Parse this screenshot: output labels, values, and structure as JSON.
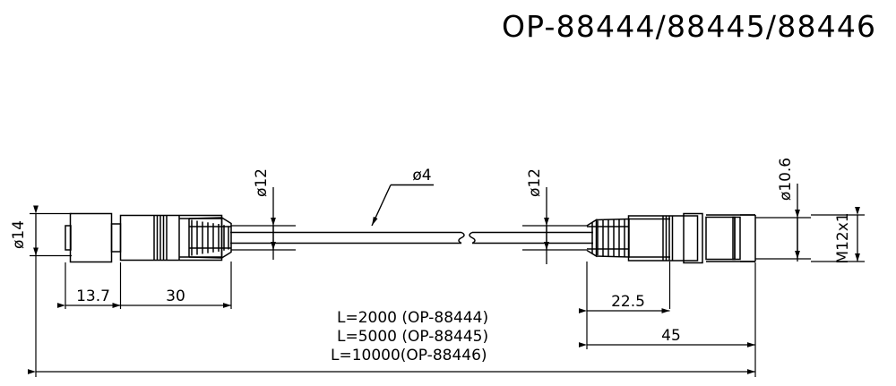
{
  "title": "OP-88444/88445/88446",
  "drawing": {
    "type": "technical-dimension-drawing",
    "subject": "M12 connector cable assembly",
    "labels": {
      "dia14": "ø14",
      "dia12_left": "ø12",
      "dia4": "ø4",
      "dia12_right": "ø12",
      "dia10_6": "ø10.6",
      "thread": "M12x1"
    },
    "dimensions": {
      "left_block": "13.7",
      "left_connector": "30",
      "right_nut": "22.5",
      "right_connector": "45"
    },
    "length_notes": [
      "L=2000 (OP-88444)",
      "L=5000 (OP-88445)",
      "L=10000(OP-88446)"
    ]
  }
}
